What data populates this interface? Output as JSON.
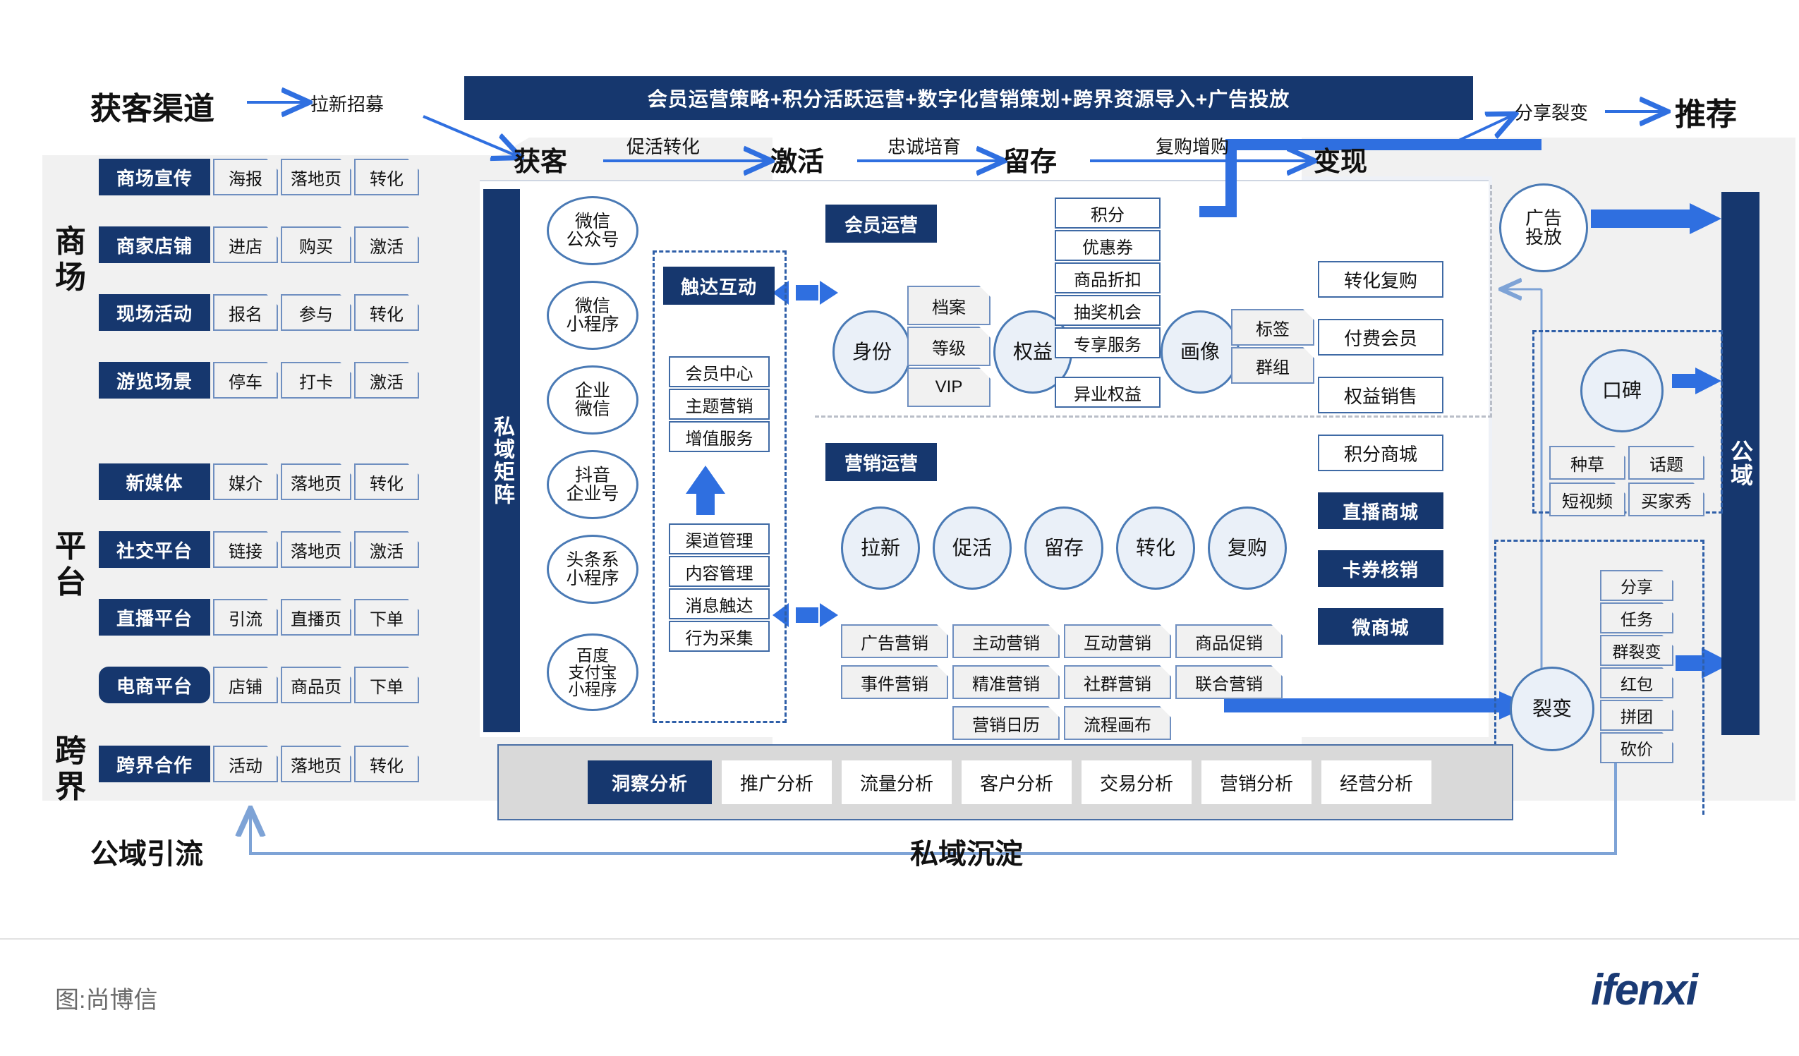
{
  "header": {
    "acquisition_channel_label": "获客渠道",
    "acquisition_arrow_caption": "拉新招募",
    "banner": "会员运营策略+积分活跃运营+数字化营销策划+跨界资源导入+广告投放",
    "share_fission_label": "分享裂变",
    "recommend_label": "推荐"
  },
  "funnel": {
    "stages": [
      {
        "name": "获客"
      },
      {
        "name": "激活"
      },
      {
        "name": "留存"
      },
      {
        "name": "变现"
      }
    ],
    "connectors": [
      "促活转化",
      "忠诚培育",
      "复购增购"
    ]
  },
  "left_panel": {
    "groups": [
      {
        "title": "商场",
        "rows": [
          {
            "label": "商场宣传",
            "steps": [
              "海报",
              "落地页",
              "转化"
            ],
            "rounded": false
          },
          {
            "label": "商家店铺",
            "steps": [
              "进店",
              "购买",
              "激活"
            ],
            "rounded": false
          },
          {
            "label": "现场活动",
            "steps": [
              "报名",
              "参与",
              "转化"
            ],
            "rounded": false
          },
          {
            "label": "游览场景",
            "steps": [
              "停车",
              "打卡",
              "激活"
            ],
            "rounded": false
          }
        ]
      },
      {
        "title": "平台",
        "rows": [
          {
            "label": "新媒体",
            "steps": [
              "媒介",
              "落地页",
              "转化"
            ],
            "rounded": false
          },
          {
            "label": "社交平台",
            "steps": [
              "链接",
              "落地页",
              "激活"
            ],
            "rounded": false
          },
          {
            "label": "直播平台",
            "steps": [
              "引流",
              "直播页",
              "下单"
            ],
            "rounded": false
          },
          {
            "label": "电商平台",
            "steps": [
              "店铺",
              "商品页",
              "下单"
            ],
            "rounded": true
          }
        ]
      },
      {
        "title": "跨界",
        "rows": [
          {
            "label": "跨界合作",
            "steps": [
              "活动",
              "落地页",
              "转化"
            ],
            "rounded": false
          }
        ]
      }
    ]
  },
  "private_matrix": {
    "title": "私域矩阵",
    "channels": [
      "微信\n公众号",
      "微信\n小程序",
      "企业\n微信",
      "抖音\n企业号",
      "头条系\n小程序",
      "百度\n支付宝\n小程序"
    ],
    "touch_title": "触达互动",
    "upper_items": [
      "会员中心",
      "主题营销",
      "增值服务"
    ],
    "lower_items": [
      "渠道管理",
      "内容管理",
      "消息触达",
      "行为采集"
    ]
  },
  "member_ops": {
    "title": "会员运营",
    "identity": "身份",
    "identity_items": [
      "档案",
      "等级",
      "VIP"
    ],
    "rights": "权益",
    "rights_items": [
      "积分",
      "优惠券",
      "商品折扣",
      "抽奖机会",
      "专享服务",
      "异业权益"
    ],
    "portrait": "画像",
    "portrait_items": [
      "标签",
      "群组"
    ]
  },
  "marketing_ops": {
    "title": "营销运营",
    "circles": [
      "拉新",
      "促活",
      "留存",
      "转化",
      "复购"
    ],
    "columns": [
      [
        "广告营销",
        "事件营销"
      ],
      [
        "主动营销",
        "精准营销",
        "营销日历"
      ],
      [
        "互动营销",
        "社群营销",
        "流程画布"
      ],
      [
        "商品促销",
        "联合营销"
      ]
    ]
  },
  "monetization": {
    "items": [
      {
        "label": "转化复购",
        "filled": false
      },
      {
        "label": "付费会员",
        "filled": false
      },
      {
        "label": "权益销售",
        "filled": false
      },
      {
        "label": "积分商城",
        "filled": false
      },
      {
        "label": "直播商城",
        "filled": true
      },
      {
        "label": "卡券核销",
        "filled": true
      },
      {
        "label": "微商城",
        "filled": true
      }
    ]
  },
  "public_domain": {
    "ad_circle": "广告\n投放",
    "column_label": "公域",
    "wom_circle": "口碑",
    "wom_items": [
      "种草",
      "话题",
      "短视频",
      "买家秀"
    ],
    "fission_circle": "裂变",
    "fission_items": [
      "分享",
      "任务",
      "群裂变",
      "红包",
      "拼团",
      "砍价"
    ]
  },
  "analytics": {
    "items": [
      "洞察分析",
      "推广分析",
      "流量分析",
      "客户分析",
      "交易分析",
      "营销分析",
      "经营分析"
    ],
    "active_index": 0
  },
  "bottom_labels": {
    "public_traffic": "公域引流",
    "private_deposit": "私域沉淀"
  },
  "footer": {
    "credit": "图:尚博信",
    "logo": "ifenxi"
  },
  "colors": {
    "navy": "#16376e",
    "blue_arrow": "#2f6fe0",
    "outline_blue": "#4a7ab5",
    "panel_gray": "#f1f1f1",
    "panel_light": "#eef1f7"
  }
}
